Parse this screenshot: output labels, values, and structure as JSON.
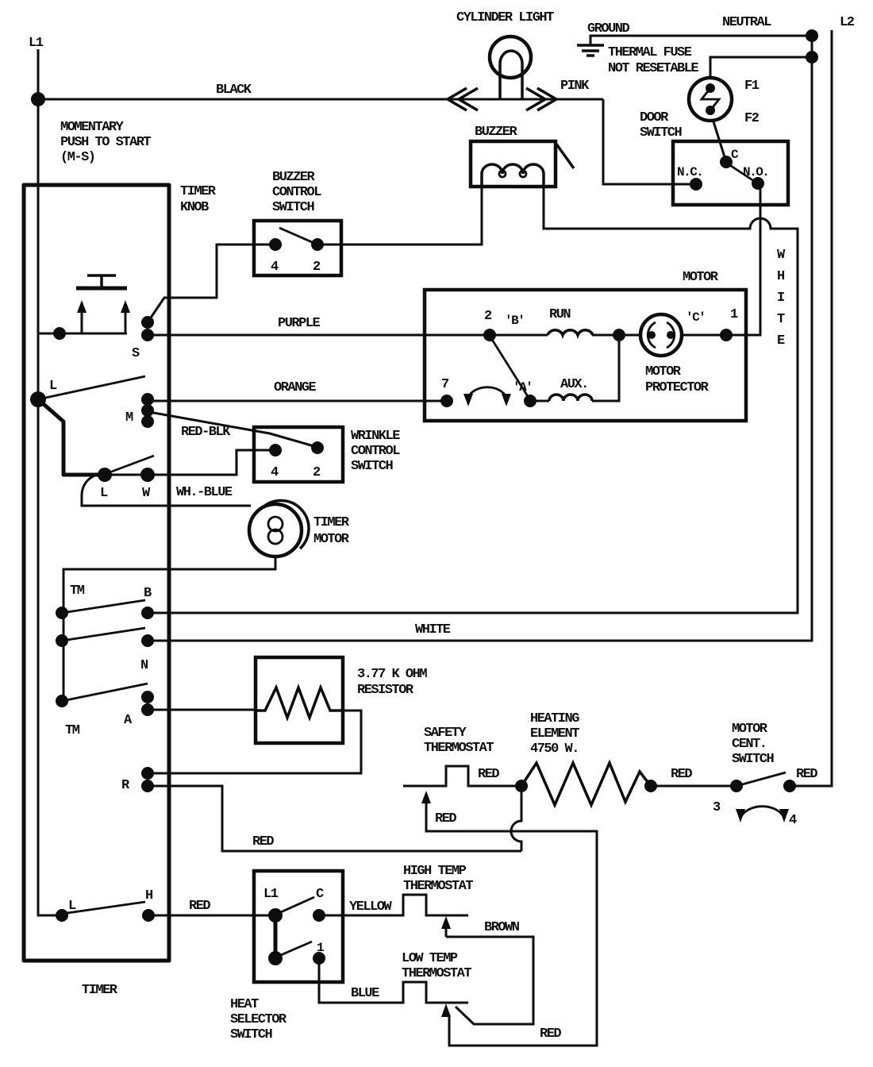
{
  "colors": {
    "ink": "#0d0d0d",
    "paper": "#ffffff"
  },
  "power": {
    "l1": "L1",
    "l2": "L2",
    "neutral": "NEUTRAL",
    "ground": "GROUND",
    "black": "BLACK",
    "pink": "PINK",
    "white_vertical": "WHITE",
    "white_run": "WHITE"
  },
  "cylinder_light": {
    "label": "CYLINDER LIGHT"
  },
  "thermal_fuse": {
    "line1": "THERMAL FUSE",
    "line2": "NOT RESETABLE",
    "f1": "F1",
    "f2": "F2"
  },
  "door_switch": {
    "line1": "DOOR",
    "line2": "SWITCH",
    "nc": "N.C.",
    "c": "C",
    "no": "N.O."
  },
  "buzzer": {
    "label": "BUZZER"
  },
  "buzzer_control_switch": {
    "line1": "BUZZER",
    "line2": "CONTROL",
    "line3": "SWITCH",
    "t4": "4",
    "t2": "2"
  },
  "momentary": {
    "line1": "MOMENTARY",
    "line2": "PUSH TO START",
    "line3": "(M-S)"
  },
  "timer_knob": {
    "line1": "TIMER",
    "line2": "KNOB"
  },
  "timer": {
    "label": "TIMER",
    "s": "S",
    "l_upper": "L",
    "m": "M",
    "l_mid": "L",
    "w": "W",
    "tm_upper": "TM",
    "b": "B",
    "n": "N",
    "a": "A",
    "tm_lower": "TM",
    "r": "R",
    "l_lower": "L",
    "h": "H"
  },
  "motor": {
    "label": "MOTOR",
    "t2": "2",
    "b": "'B'",
    "run": "RUN",
    "c": "'C'",
    "t1": "1",
    "t7": "7",
    "a": "'A'",
    "aux": "AUX.",
    "protector1": "MOTOR",
    "protector2": "PROTECTOR"
  },
  "wrinkle_switch": {
    "line1": "WRINKLE",
    "line2": "CONTROL",
    "line3": "SWITCH",
    "t4": "4",
    "t2": "2"
  },
  "timer_motor": {
    "line1": "TIMER",
    "line2": "MOTOR"
  },
  "resistor": {
    "line1": "3.77 K OHM",
    "line2": "RESISTOR"
  },
  "safety_thermostat": {
    "line1": "SAFETY",
    "line2": "THERMOSTAT"
  },
  "heating_element": {
    "line1": "HEATING",
    "line2": "ELEMENT",
    "line3": "4750 W."
  },
  "cent_switch": {
    "line1": "MOTOR",
    "line2": "CENT.",
    "line3": "SWITCH",
    "t3": "3",
    "t4": "4"
  },
  "high_temp": {
    "line1": "HIGH TEMP",
    "line2": "THERMOSTAT"
  },
  "low_temp": {
    "line1": "LOW TEMP",
    "line2": "THERMOSTAT"
  },
  "heat_selector": {
    "line1": "HEAT",
    "line2": "SELECTOR",
    "line3": "SWITCH",
    "l1": "L1",
    "c": "C",
    "t1": "1"
  },
  "wire_labels": {
    "purple": "PURPLE",
    "orange": "ORANGE",
    "red_blk": "RED-BLK",
    "wh_blue": "WH.-BLUE",
    "yellow": "YELLOW",
    "blue": "BLUE",
    "brown": "BROWN"
  },
  "red_labels": {
    "r_wire": "RED",
    "safety_drop": "RED",
    "element_left": "RED",
    "element_right": "RED",
    "l2_side": "RED",
    "selector_feed": "RED",
    "bottom": "RED"
  }
}
